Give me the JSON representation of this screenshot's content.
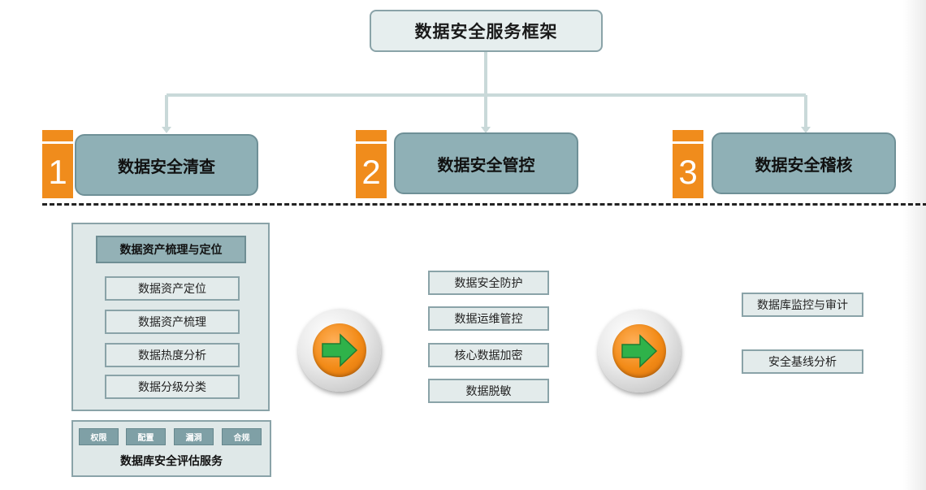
{
  "title": "数据安全服务框架",
  "categories": [
    {
      "number": "1",
      "label": "数据安全清查"
    },
    {
      "number": "2",
      "label": "数据安全管控"
    },
    {
      "number": "3",
      "label": "数据安全稽核"
    }
  ],
  "audit": {
    "title": "数据资产梳理与定位",
    "items": [
      "数据资产定位",
      "数据资产梳理",
      "数据热度分析",
      "数据分级分类"
    ]
  },
  "assessment": {
    "tags": [
      "权限",
      "配置",
      "漏洞",
      "合规"
    ],
    "label": "数据库安全评估服务"
  },
  "control": {
    "items": [
      "数据安全防护",
      "数据运维管控",
      "核心数据加密",
      "数据脱敏"
    ]
  },
  "inspection": {
    "items": [
      "数据库监控与审计",
      "安全基线分析"
    ]
  },
  "colors": {
    "accent": "#f08c1c",
    "box": "#8fb0b6",
    "light_box": "#e3ebeb",
    "connector": "#c9d9d9",
    "arrow": "#2fb24a"
  },
  "icons": [
    "right-arrow-icon",
    "right-arrow-icon"
  ]
}
